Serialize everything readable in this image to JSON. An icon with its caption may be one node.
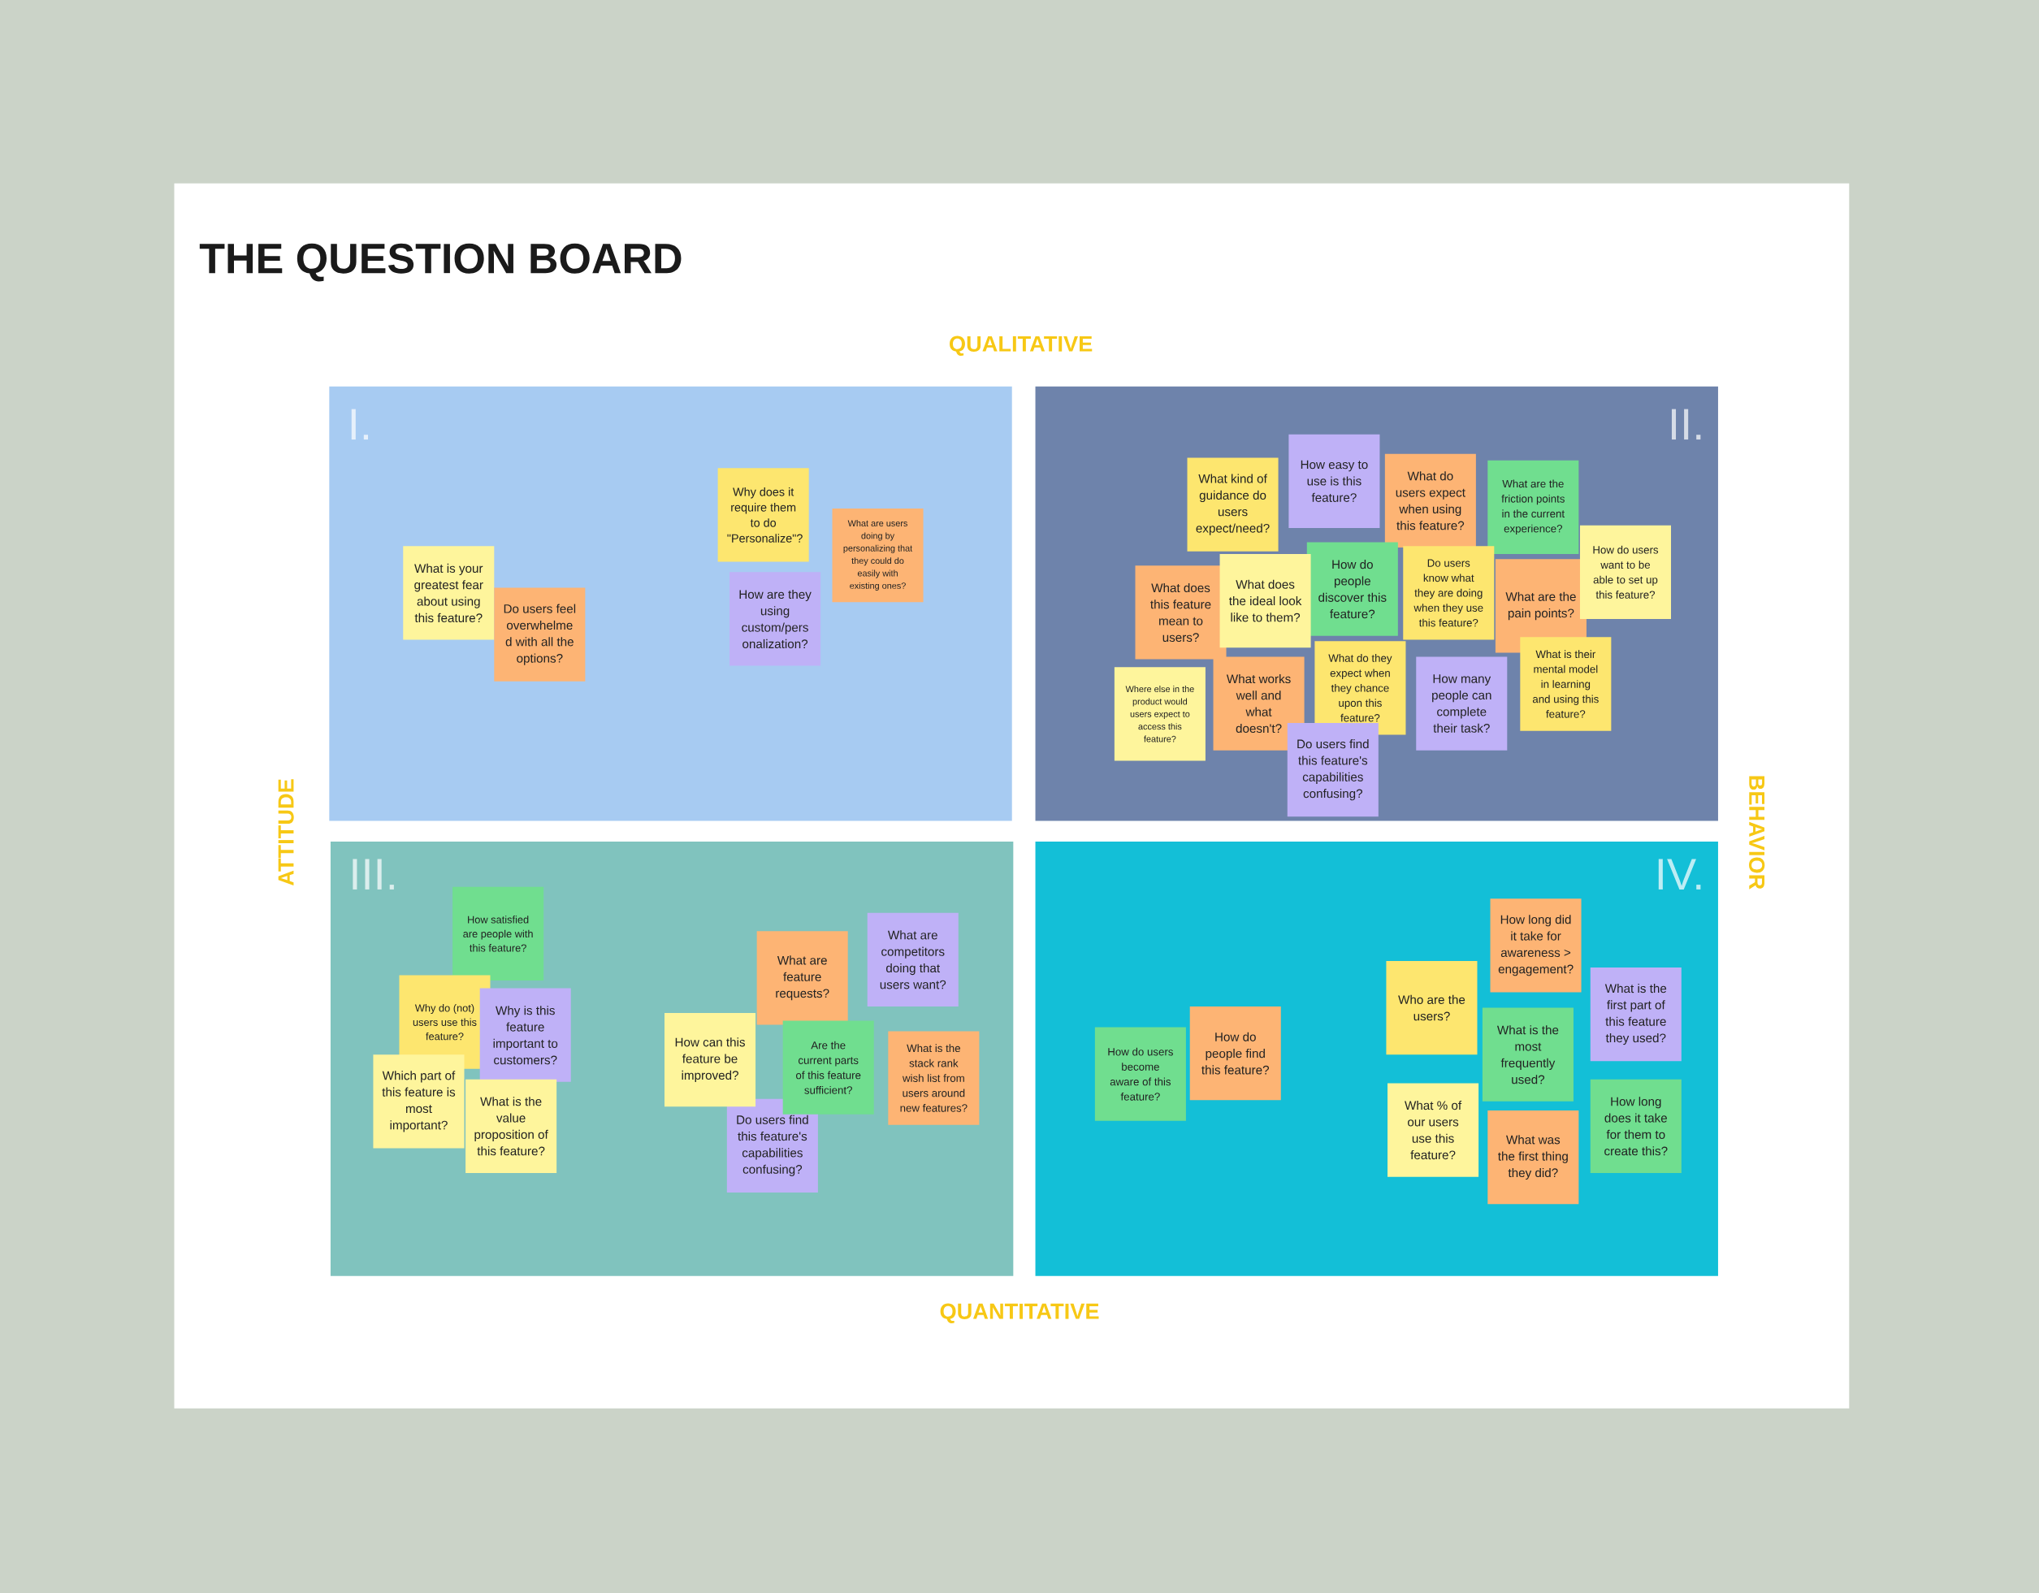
{
  "diagram": {
    "title": "THE QUESTION BOARD",
    "nodes": [
      {
        "text": [
          "I."
        ]
      },
      {
        "text": [
          "What is your greatest fear about using this feature?"
        ],
        "in": 0
      },
      {
        "text": [
          "Do users feel overwhelme d with all the options?"
        ],
        "in": 0
      },
      {
        "text": [
          "Why does it require them to do \"Personalize\"?"
        ],
        "in": 0
      },
      {
        "text": [
          "What are users doing by personalizing that they could do easily with existing ones?"
        ],
        "in": 0
      },
      {
        "text": [
          "How are they using custom/pers onalization?"
        ],
        "in": 0
      },
      {
        "text": [
          "II."
        ]
      },
      {
        "text": [
          "What kind of guidance do users expect/need?"
        ],
        "in": 6
      },
      {
        "text": [
          "How easy to use is this feature?"
        ],
        "in": 6
      },
      {
        "text": [
          "What do users expect when using this feature?"
        ],
        "in": 6
      },
      {
        "text": [
          "What are the friction points in the current experience?"
        ],
        "in": 6
      },
      {
        "text": [
          "What does this feature mean to users?"
        ],
        "in": 6
      },
      {
        "text": [
          "What does the ideal look like to them?"
        ],
        "in": 6
      },
      {
        "text": [
          "How do people discover this feature?"
        ],
        "in": 6
      },
      {
        "text": [
          "Do users know what they are doing when they use this feature?"
        ],
        "in": 6
      },
      {
        "text": [
          "What are the pain points?"
        ],
        "in": 6
      },
      {
        "text": [
          "How do users want to be able to set up this feature?"
        ],
        "in": 6
      },
      {
        "text": [
          "Where else in the product would users expect to access this feature?"
        ],
        "in": 6
      },
      {
        "text": [
          "What works well and what doesn't?"
        ],
        "in": 6
      },
      {
        "text": [
          "What do they expect when they chance upon this feature?"
        ],
        "in": 6
      },
      {
        "text": [
          "How many people can complete their task?"
        ],
        "in": 6
      },
      {
        "text": [
          "What is their mental model in learning and using this feature?"
        ],
        "in": 6
      },
      {
        "text": [
          "Do users find this feature's capabilities confusing?"
        ],
        "in": 6
      },
      {
        "text": [
          "III."
        ]
      },
      {
        "text": [
          "How satisfied are people with this feature?"
        ],
        "in": 23
      },
      {
        "text": [
          "Why do (not) users use this feature?"
        ],
        "in": 23
      },
      {
        "text": [
          "Why is this feature important to customers?"
        ],
        "in": 23
      },
      {
        "text": [
          "Which part of this feature is most important?"
        ],
        "in": 23
      },
      {
        "text": [
          "What is the value proposition of this feature?"
        ],
        "in": 23
      },
      {
        "text": [
          "What are feature requests?"
        ],
        "in": 23
      },
      {
        "text": [
          "What are competitors doing that users want?"
        ],
        "in": 23
      },
      {
        "text": [
          "How can this feature be improved?"
        ],
        "in": 23
      },
      {
        "text": [
          "Are the current parts of this feature sufficient?"
        ],
        "in": 23
      },
      {
        "text": [
          "What is the stack rank wish list from users around new features?"
        ],
        "in": 23
      },
      {
        "text": [
          "Do users find this feature's capabilities confusing?"
        ],
        "in": 23
      },
      {
        "text": [
          "IV."
        ]
      },
      {
        "text": [
          "How do users become aware of this feature?"
        ],
        "in": 35
      },
      {
        "text": [
          "How do people find this feature?"
        ],
        "in": 35
      },
      {
        "text": [
          "How long did it take for awareness > engagement?"
        ],
        "in": 35
      },
      {
        "text": [
          "Who are the users?"
        ],
        "in": 35
      },
      {
        "text": [
          "What is the most frequently used?"
        ],
        "in": 35
      },
      {
        "text": [
          "What is the first part of this feature they used?"
        ],
        "in": 35
      },
      {
        "text": [
          "What % of our users use this feature?"
        ],
        "in": 35
      },
      {
        "text": [
          "What was the first thing they did?"
        ],
        "in": 35
      },
      {
        "text": [
          "How long does it take for them to create this?"
        ],
        "in": 35
      }
    ],
    "labels": [
      "QUALITATIVE",
      "ATTITUDE",
      "BEHAVIOR",
      "QUANTITATIVE"
    ]
  }
}
